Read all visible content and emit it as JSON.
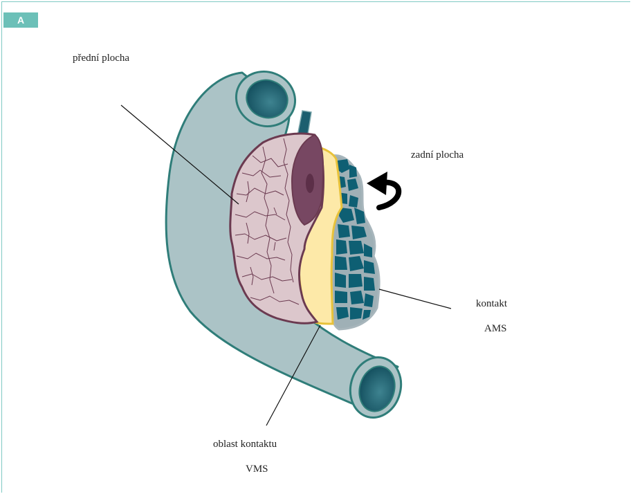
{
  "panel": {
    "tag": "A"
  },
  "labels": {
    "anterior_surface": "přední plocha",
    "posterior_surface": "zadní plocha",
    "contact_ams_line1": "kontakt",
    "contact_ams_line2": "AMS",
    "contact_vms_line1": "oblast kontaktu",
    "contact_vms_line2": "VMS"
  },
  "colors": {
    "duodenum_fill": "#abc3c6",
    "duodenum_stroke": "#2f7d79",
    "lumen_fill": "#1c5f6f",
    "pancreas_fill": "#dcc7cc",
    "pancreas_stroke": "#6b3a50",
    "vein_fill": "#774762",
    "fat_fill": "#fde9a8",
    "fat_stroke": "#e8c23a",
    "posterior_fill": "#0e5f73",
    "posterior_stroke": "#a8b6bc",
    "panel_tag": "#6cc0b8",
    "arrow": "#000000"
  }
}
